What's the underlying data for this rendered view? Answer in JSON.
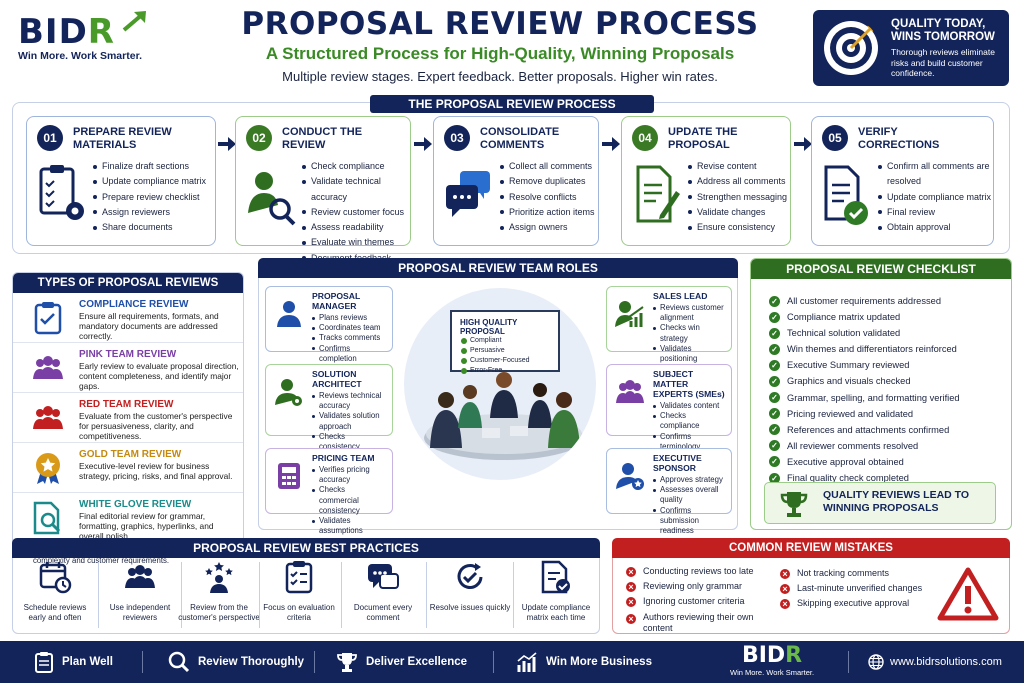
{
  "brand": {
    "logo_text": "BIDR",
    "tagline": "Win More. Work Smarter."
  },
  "header": {
    "title": "PROPOSAL REVIEW PROCESS",
    "subtitle": "A Structured Process for High-Quality, Winning Proposals",
    "tagline": "Multiple review stages. Expert feedback. Better proposals. Higher win rates."
  },
  "quality_box": {
    "title_line1": "QUALITY TODAY,",
    "title_line2": "WINS TOMORROW",
    "text": "Thorough reviews eliminate risks and build customer confidence."
  },
  "process": {
    "heading": "THE PROPOSAL REVIEW PROCESS",
    "steps": [
      {
        "num": "01",
        "title": "PREPARE REVIEW MATERIALS",
        "items": [
          "Finalize draft sections",
          "Update compliance matrix",
          "Prepare review checklist",
          "Assign reviewers",
          "Share documents"
        ]
      },
      {
        "num": "02",
        "title": "CONDUCT THE REVIEW",
        "items": [
          "Check compliance",
          "Validate technical accuracy",
          "Review customer focus",
          "Assess readability",
          "Evaluate win themes",
          "Document feedback"
        ]
      },
      {
        "num": "03",
        "title": "CONSOLIDATE COMMENTS",
        "items": [
          "Collect all comments",
          "Remove duplicates",
          "Resolve conflicts",
          "Prioritize action items",
          "Assign owners"
        ]
      },
      {
        "num": "04",
        "title": "UPDATE THE PROPOSAL",
        "items": [
          "Revise content",
          "Address all comments",
          "Strengthen messaging",
          "Validate changes",
          "Ensure consistency"
        ]
      },
      {
        "num": "05",
        "title": "VERIFY CORRECTIONS",
        "items": [
          "Confirm all comments are resolved",
          "Update compliance matrix",
          "Final review",
          "Obtain approval"
        ]
      }
    ]
  },
  "review_types": {
    "heading": "TYPES OF PROPOSAL REVIEWS",
    "items": [
      {
        "title": "COMPLIANCE REVIEW",
        "text": "Ensure all requirements, formats, and mandatory documents are addressed correctly.",
        "color": "#1f4fa8"
      },
      {
        "title": "PINK TEAM REVIEW",
        "text": "Early review to evaluate proposal direction, content completeness, and identify major gaps.",
        "color": "#7a3fa5"
      },
      {
        "title": "RED TEAM REVIEW",
        "text": "Evaluate from the customer's perspective for persuasiveness, clarity, and competitiveness.",
        "color": "#c22020"
      },
      {
        "title": "GOLD TEAM REVIEW",
        "text": "Executive-level review for business strategy, pricing, risks, and final approval.",
        "color": "#c48a10"
      },
      {
        "title": "WHITE GLOVE REVIEW",
        "text": "Final editorial review for grammar, formatting, graphics, hyperlinks, and overall polish.",
        "color": "#1a8a8a"
      }
    ],
    "note": "The number of reviews may vary based on proposal complexity and customer requirements."
  },
  "roles": {
    "heading": "PROPOSAL REVIEW TEAM ROLES",
    "board": {
      "title": "HIGH QUALITY PROPOSAL",
      "items": [
        "Compliant",
        "Persuasive",
        "Customer-Focused",
        "Error-Free"
      ]
    },
    "items": [
      {
        "title": "PROPOSAL MANAGER",
        "items": [
          "Plans reviews",
          "Coordinates team",
          "Tracks comments",
          "Confirms completion"
        ]
      },
      {
        "title": "SOLUTION ARCHITECT",
        "items": [
          "Reviews technical accuracy",
          "Validates solution approach",
          "Checks consistency"
        ]
      },
      {
        "title": "PRICING TEAM",
        "items": [
          "Verifies pricing accuracy",
          "Checks commercial consistency",
          "Validates assumptions"
        ]
      },
      {
        "title": "SALES LEAD",
        "items": [
          "Reviews customer alignment",
          "Checks win strategy",
          "Validates positioning"
        ]
      },
      {
        "title": "SUBJECT MATTER EXPERTS (SMEs)",
        "items": [
          "Validates content",
          "Checks compliance",
          "Confirms terminology"
        ]
      },
      {
        "title": "EXECUTIVE SPONSOR",
        "items": [
          "Approves strategy",
          "Assesses overall quality",
          "Confirms submission readiness"
        ]
      }
    ]
  },
  "checklist": {
    "heading": "PROPOSAL REVIEW CHECKLIST",
    "items": [
      "All customer requirements addressed",
      "Compliance matrix updated",
      "Technical solution validated",
      "Win themes and differentiators reinforced",
      "Executive Summary reviewed",
      "Graphics and visuals checked",
      "Grammar, spelling, and formatting verified",
      "Pricing reviewed and validated",
      "References and attachments confirmed",
      "All reviewer comments resolved",
      "Executive approval obtained",
      "Final quality check completed"
    ],
    "banner_line1": "QUALITY REVIEWS LEAD TO",
    "banner_line2": "WINNING PROPOSALS"
  },
  "best_practices": {
    "heading": "PROPOSAL REVIEW BEST PRACTICES",
    "items": [
      "Schedule reviews early and often",
      "Use independent reviewers",
      "Review from the customer's perspective",
      "Focus on evaluation criteria",
      "Document every comment",
      "Resolve issues quickly",
      "Update compliance matrix each time"
    ]
  },
  "mistakes": {
    "heading": "COMMON REVIEW MISTAKES",
    "col1": [
      "Conducting reviews too late",
      "Reviewing only grammar",
      "Ignoring customer criteria",
      "Authors reviewing their own content"
    ],
    "col2": [
      "Not tracking comments",
      "Last-minute unverified changes",
      "Skipping executive approval"
    ]
  },
  "footer": {
    "items": [
      "Plan Well",
      "Review Thoroughly",
      "Deliver Excellence",
      "Win More Business"
    ],
    "logo_text": "BIDR",
    "tagline": "Win More. Work Smarter.",
    "url": "www.bidrsolutions.com"
  }
}
